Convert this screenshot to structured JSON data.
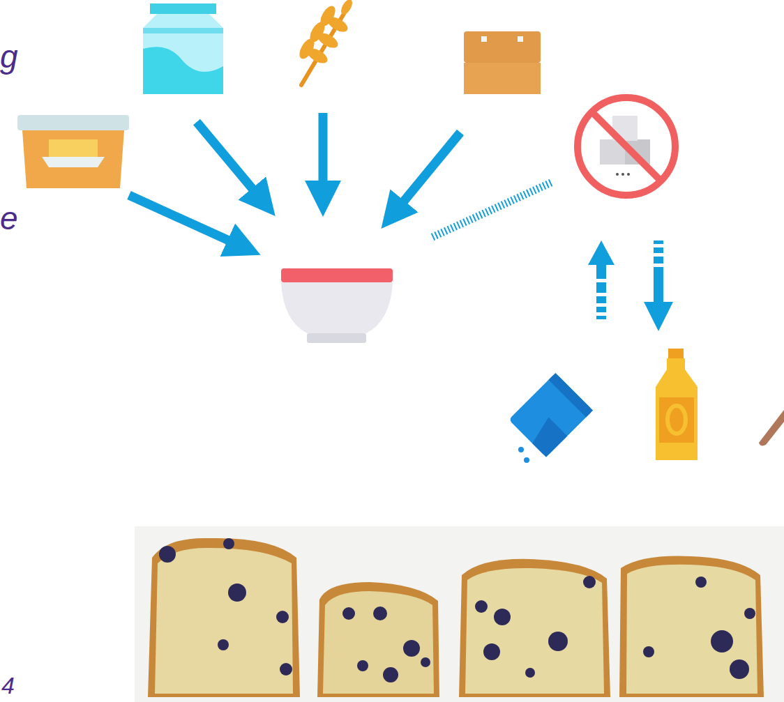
{
  "diagram": {
    "labels": [
      "g",
      "e",
      "4"
    ]
  }
}
